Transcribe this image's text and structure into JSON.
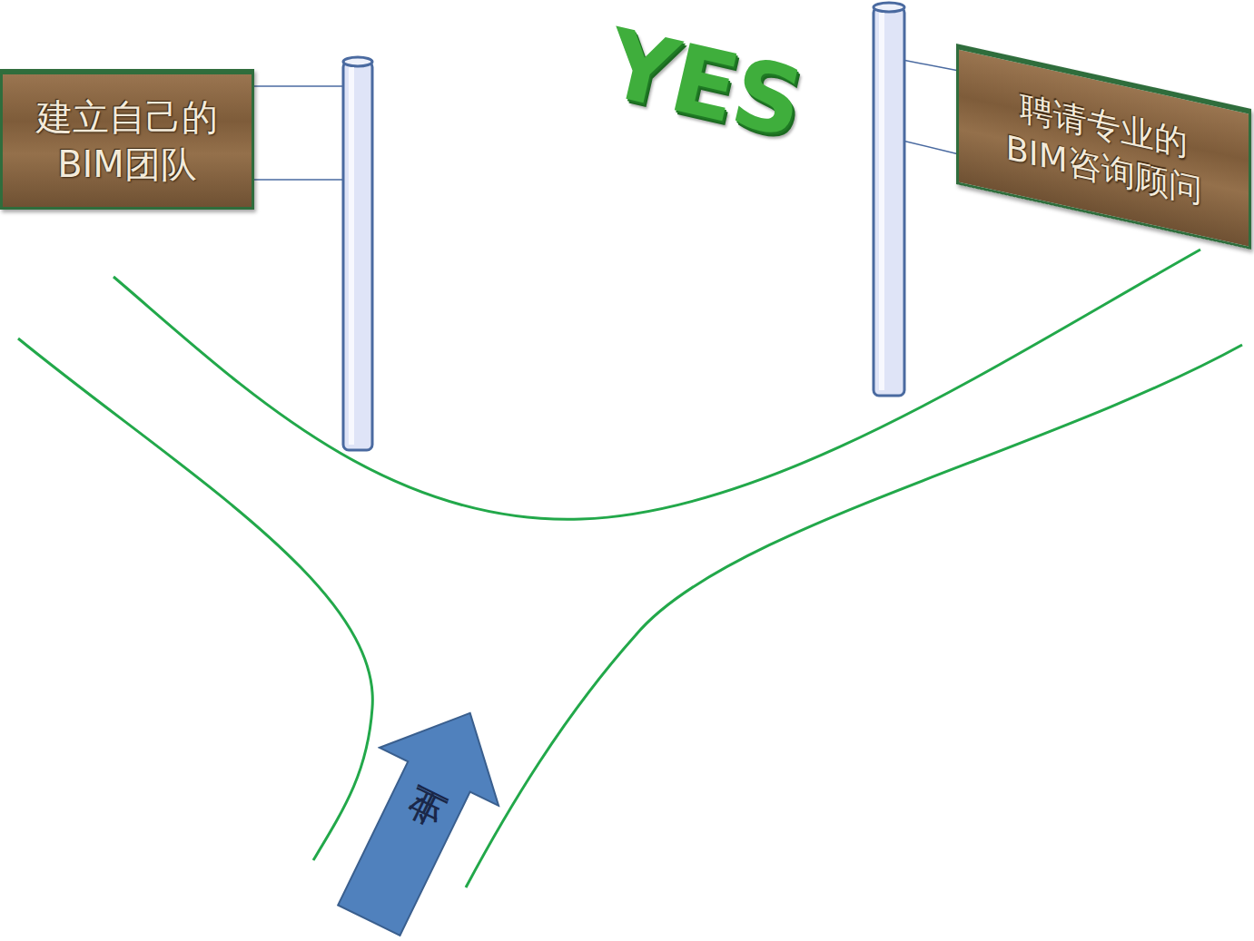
{
  "diagram": {
    "nodes": [
      {
        "text": [
          "建立自己的 BIM团队"
        ]
      },
      {
        "text": [
          "聘请专业的 BIM咨询顾问"
        ]
      },
      {
        "text": [
          "业主"
        ]
      }
    ],
    "labels": [
      "YES"
    ]
  }
}
